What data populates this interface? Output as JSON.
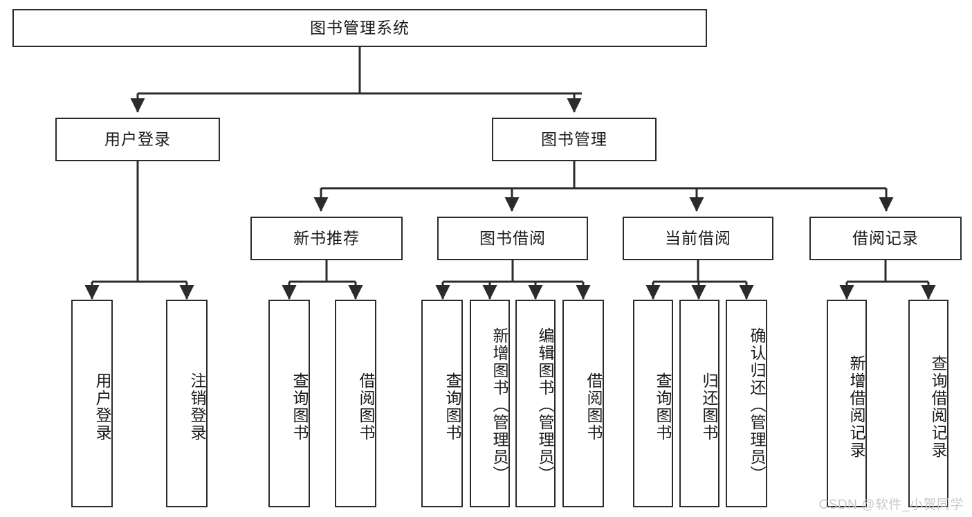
{
  "diagram": {
    "type": "tree",
    "title": "图书管理系统",
    "orientation": "top-down",
    "colors": {
      "box_border": "#2b2b2b",
      "box_fill": "#ffffff",
      "edge": "#2b2b2b",
      "text": "#1a1a1a",
      "watermark": "#c9c9c9"
    }
  },
  "nodes": {
    "root": {
      "label": "图书管理系统",
      "level": 0
    },
    "level1": [
      {
        "id": "user_login",
        "label": "用户登录"
      },
      {
        "id": "book_manage",
        "label": "图书管理"
      }
    ],
    "level2": [
      {
        "id": "new_book_rec",
        "label": "新书推荐",
        "parent": "book_manage"
      },
      {
        "id": "book_borrow",
        "label": "图书借阅",
        "parent": "book_manage"
      },
      {
        "id": "current_borrow",
        "label": "当前借阅",
        "parent": "book_manage"
      },
      {
        "id": "borrow_record",
        "label": "借阅记录",
        "parent": "book_manage"
      }
    ],
    "leaves": [
      {
        "id": "leaf_user_login",
        "label": "用户登录",
        "parent": "user_login"
      },
      {
        "id": "leaf_logout",
        "label": "注销登录",
        "parent": "user_login"
      },
      {
        "id": "leaf_query_book_1",
        "label": "查询图书",
        "parent": "new_book_rec"
      },
      {
        "id": "leaf_borrow_book_1",
        "label": "借阅图书",
        "parent": "new_book_rec"
      },
      {
        "id": "leaf_query_book_2",
        "label": "查询图书",
        "parent": "book_borrow"
      },
      {
        "id": "leaf_add_book",
        "label": "新增图书（管理员）",
        "parent": "book_borrow"
      },
      {
        "id": "leaf_edit_book",
        "label": "编辑图书（管理员）",
        "parent": "book_borrow"
      },
      {
        "id": "leaf_borrow_book_2",
        "label": "借阅图书",
        "parent": "book_borrow"
      },
      {
        "id": "leaf_query_book_3",
        "label": "查询图书",
        "parent": "current_borrow"
      },
      {
        "id": "leaf_return_book",
        "label": "归还图书",
        "parent": "current_borrow"
      },
      {
        "id": "leaf_confirm_return",
        "label": "确认归还（管理员）",
        "parent": "current_borrow"
      },
      {
        "id": "leaf_add_record",
        "label": "新增借阅记录",
        "parent": "borrow_record"
      },
      {
        "id": "leaf_query_record",
        "label": "查询借阅记录",
        "parent": "borrow_record"
      }
    ]
  },
  "watermark": {
    "text": "CSDN @软件_小贺同学"
  }
}
